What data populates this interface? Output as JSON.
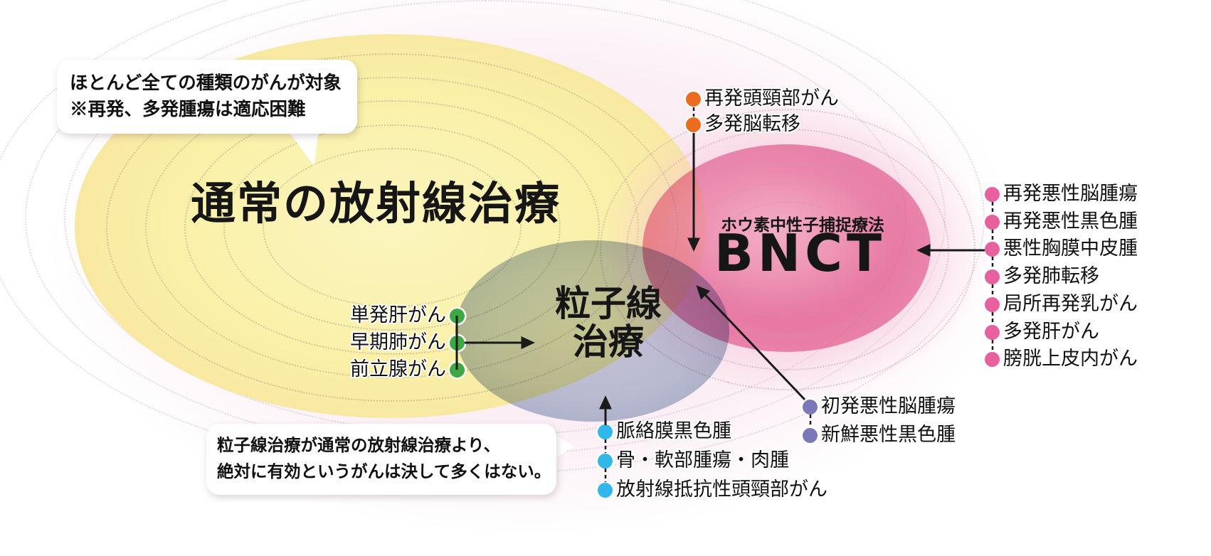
{
  "ellipses": {
    "conventional": {
      "label": "通常の放射線治療"
    },
    "particle": {
      "line1": "粒子線",
      "line2": "治療"
    },
    "bnct": {
      "sublabel": "ホウ素中性子捕捉療法",
      "label": "BNCT"
    }
  },
  "callouts": {
    "top_left": {
      "line1": "ほとんど全ての種類のがんが対象",
      "line2": "※再発、多発腫瘍は適応困難"
    },
    "bottom": {
      "line1": "粒子線治療が通常の放射線治療より、",
      "line2": "絶対に有効というがんは決して多くはない。"
    }
  },
  "lists": {
    "orange": {
      "color": "#EA6D1F",
      "items": [
        "再発頭頸部がん",
        "多発脳転移"
      ]
    },
    "pink": {
      "color": "#E9609E",
      "items": [
        "再発悪性脳腫瘍",
        "再発悪性黒色腫",
        "悪性胸膜中皮腫",
        "多発肺転移",
        "局所再発乳がん",
        "多発肝がん",
        "膀胱上皮内がん"
      ]
    },
    "green": {
      "color": "#3FA845",
      "items": [
        "単発肝がん",
        "早期肺がん",
        "前立腺がん"
      ]
    },
    "purple": {
      "color": "#7C77B9",
      "items": [
        "初発悪性脳腫瘍",
        "新鮮悪性黒色腫"
      ]
    },
    "cyan": {
      "color": "#32B7EA",
      "items": [
        "脈絡膜黒色腫",
        "骨・軟部腫瘍・肉腫",
        "放射線抵抗性頭頸部がん"
      ]
    }
  },
  "colors": {
    "arrow": "#1a1a1a",
    "yellow_ellipse": "#FAF0A8",
    "pink_ellipse": "#F0A0C1",
    "blue_ellipse": "#BCC7DA",
    "bubble_bg": "#ffffff"
  }
}
